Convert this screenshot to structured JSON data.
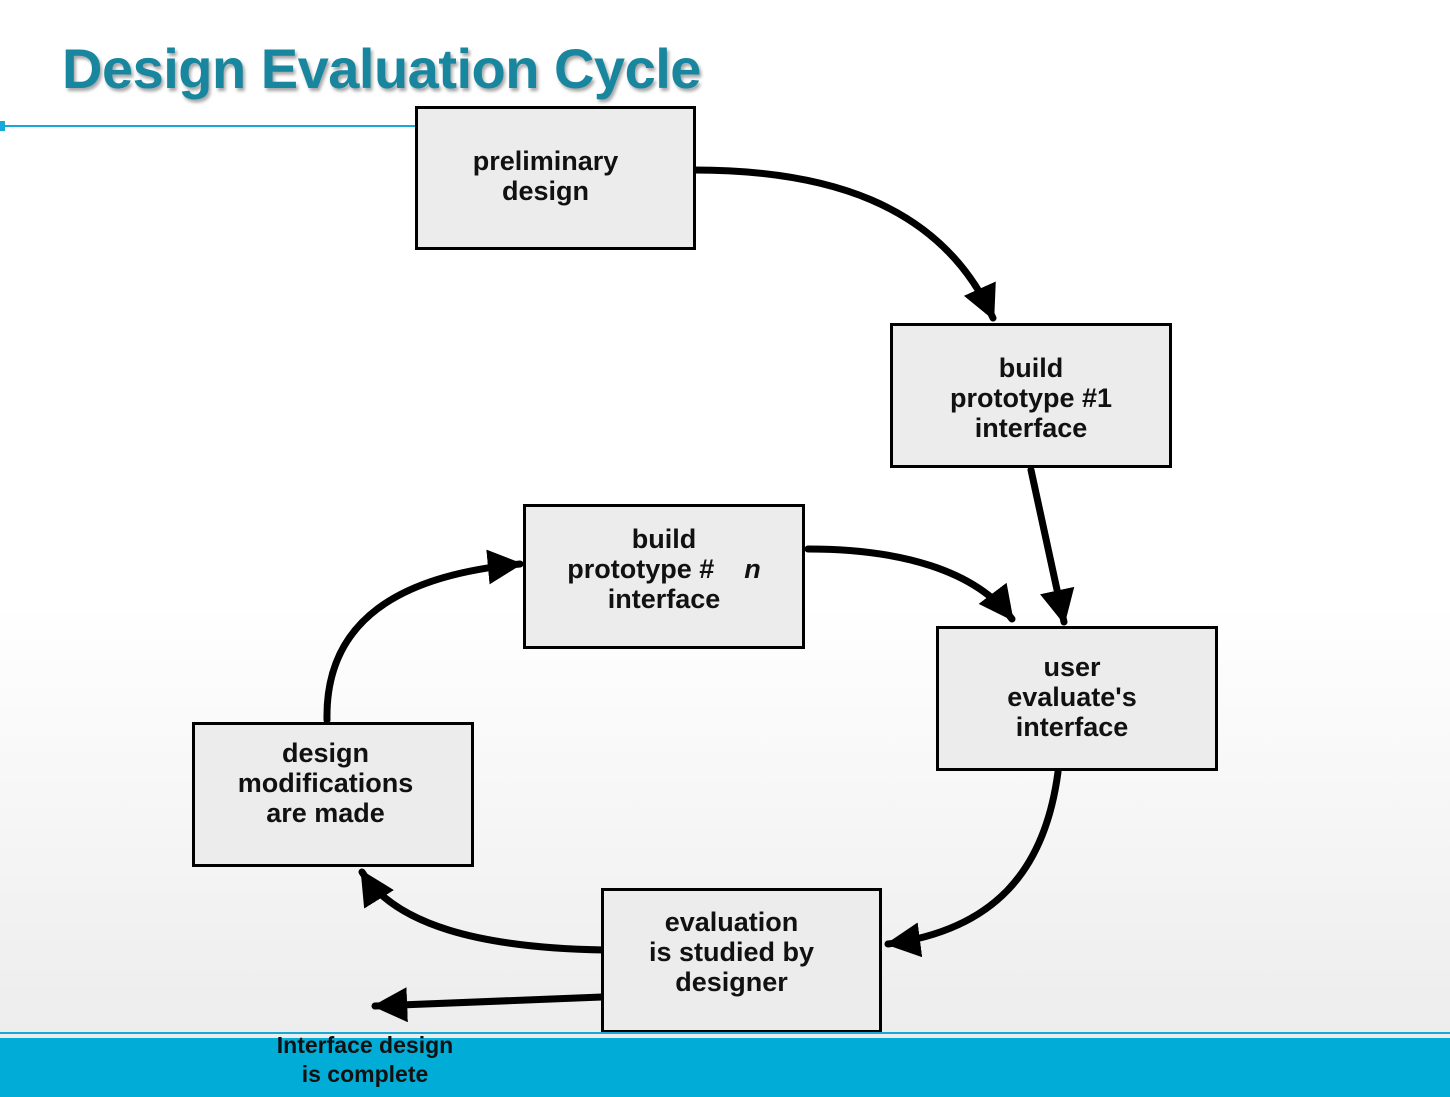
{
  "slide": {
    "title": "Design Evaluation Cycle"
  },
  "boxes": {
    "preliminary": {
      "line1": "preliminary",
      "line2": "design"
    },
    "prototype1": {
      "line1": "build",
      "line2": "prototype #1",
      "line3": "interface"
    },
    "prototypeN": {
      "line1": "build",
      "line2": "prototype #",
      "n": "n",
      "line3": "interface"
    },
    "user_eval": {
      "line1": "user",
      "line2": "evaluate's",
      "line3": "interface"
    },
    "modifications": {
      "line1": "design",
      "line2": "modifications",
      "line3": "are made"
    },
    "studied": {
      "line1": "evaluation",
      "line2": "is studied by",
      "line3": "designer"
    }
  },
  "end_label": {
    "line1": "Interface design",
    "line2": "is complete"
  },
  "colors": {
    "title": "#17869e",
    "accent": "#01acd7",
    "box_fill": "#ececec"
  }
}
